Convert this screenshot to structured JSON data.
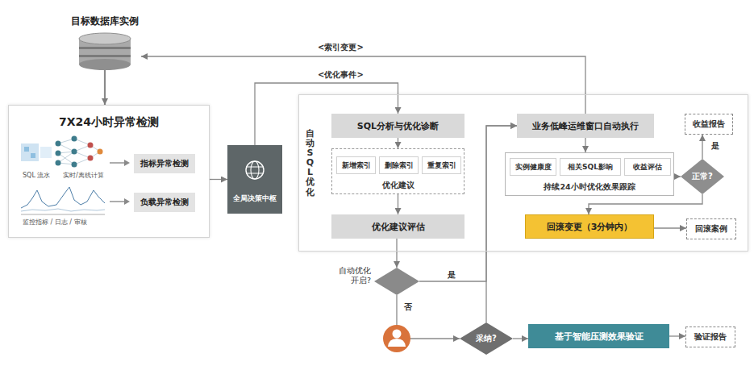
{
  "diagram": {
    "nodes": [
      {
        "text": [
          "目标数据库实例"
        ]
      },
      {
        "text": [
          "7X24小时异常检测"
        ]
      },
      {
        "text": [
          "指标异常检测"
        ],
        "in": 1
      },
      {
        "text": [
          "负载异常检测"
        ],
        "in": 1
      },
      {
        "text": [
          "全局决策中枢"
        ]
      },
      {
        "text": [
          "自动SQL优化"
        ]
      },
      {
        "text": [
          "SQL分析与优化诊断"
        ],
        "in": 5
      },
      {
        "text": [
          "优化建议"
        ],
        "in": 5
      },
      {
        "text": [
          "新增索引"
        ],
        "in": 7
      },
      {
        "text": [
          "删除索引"
        ],
        "in": 7
      },
      {
        "text": [
          "重复索引"
        ],
        "in": 7
      },
      {
        "text": [
          "优化建议评估"
        ],
        "in": 5
      },
      {
        "text": [
          "业务低峰运维窗口自动执行"
        ],
        "in": 5
      },
      {
        "text": [
          "持续24小时优化效果跟踪"
        ],
        "in": 5
      },
      {
        "text": [
          "实例健康度"
        ],
        "in": 13
      },
      {
        "text": [
          "相关SQL影响"
        ],
        "in": 13
      },
      {
        "text": [
          "收益评估"
        ],
        "in": 13
      },
      {
        "text": [
          "正常?"
        ],
        "in": 5
      },
      {
        "text": [
          "收益报告"
        ],
        "in": 5
      },
      {
        "text": [
          "回滚变更（3分钟内）"
        ],
        "in": 5
      },
      {
        "text": [
          "回滚案例"
        ],
        "in": 5
      },
      {
        "text": [
          "自动优化 开启?"
        ]
      },
      {
        "text": [
          "采纳?"
        ]
      },
      {
        "text": [
          "基于智能压测效果验证"
        ]
      },
      {
        "text": [
          "验证报告"
        ]
      }
    ],
    "edges": [
      {
        "from": 0,
        "to": 1,
        "arrow": "to"
      },
      {
        "from": 1,
        "to": 4,
        "arrow": "to"
      },
      {
        "from": 4,
        "to": 6,
        "label": "<优化事件>",
        "arrow": "to"
      },
      {
        "from": 12,
        "to": 0,
        "label": "<索引变更>",
        "arrow": "to"
      },
      {
        "from": 6,
        "to": 7,
        "arrow": "to"
      },
      {
        "from": 7,
        "to": 11,
        "arrow": "to"
      },
      {
        "from": 11,
        "to": 21,
        "arrow": "to"
      },
      {
        "from": 21,
        "to": 12,
        "label": "是",
        "arrow": "to"
      },
      {
        "from": 21,
        "to": 22,
        "label": "否",
        "arrow": "to"
      },
      {
        "from": 22,
        "to": 12,
        "arrow": "to"
      },
      {
        "from": 22,
        "to": 23,
        "arrow": "to"
      },
      {
        "from": 23,
        "to": 24,
        "arrow": "to"
      },
      {
        "from": 12,
        "to": 13,
        "arrow": "to"
      },
      {
        "from": 13,
        "to": 17,
        "arrow": "to"
      },
      {
        "from": 17,
        "to": 18,
        "label": "是",
        "arrow": "to"
      },
      {
        "from": 17,
        "to": 19,
        "arrow": "to"
      },
      {
        "from": 19,
        "to": 20,
        "arrow": "to"
      }
    ],
    "labels": [
      "SQL 流水",
      "实时/离线计算",
      "监控指标 / 日志 / 审核"
    ]
  }
}
